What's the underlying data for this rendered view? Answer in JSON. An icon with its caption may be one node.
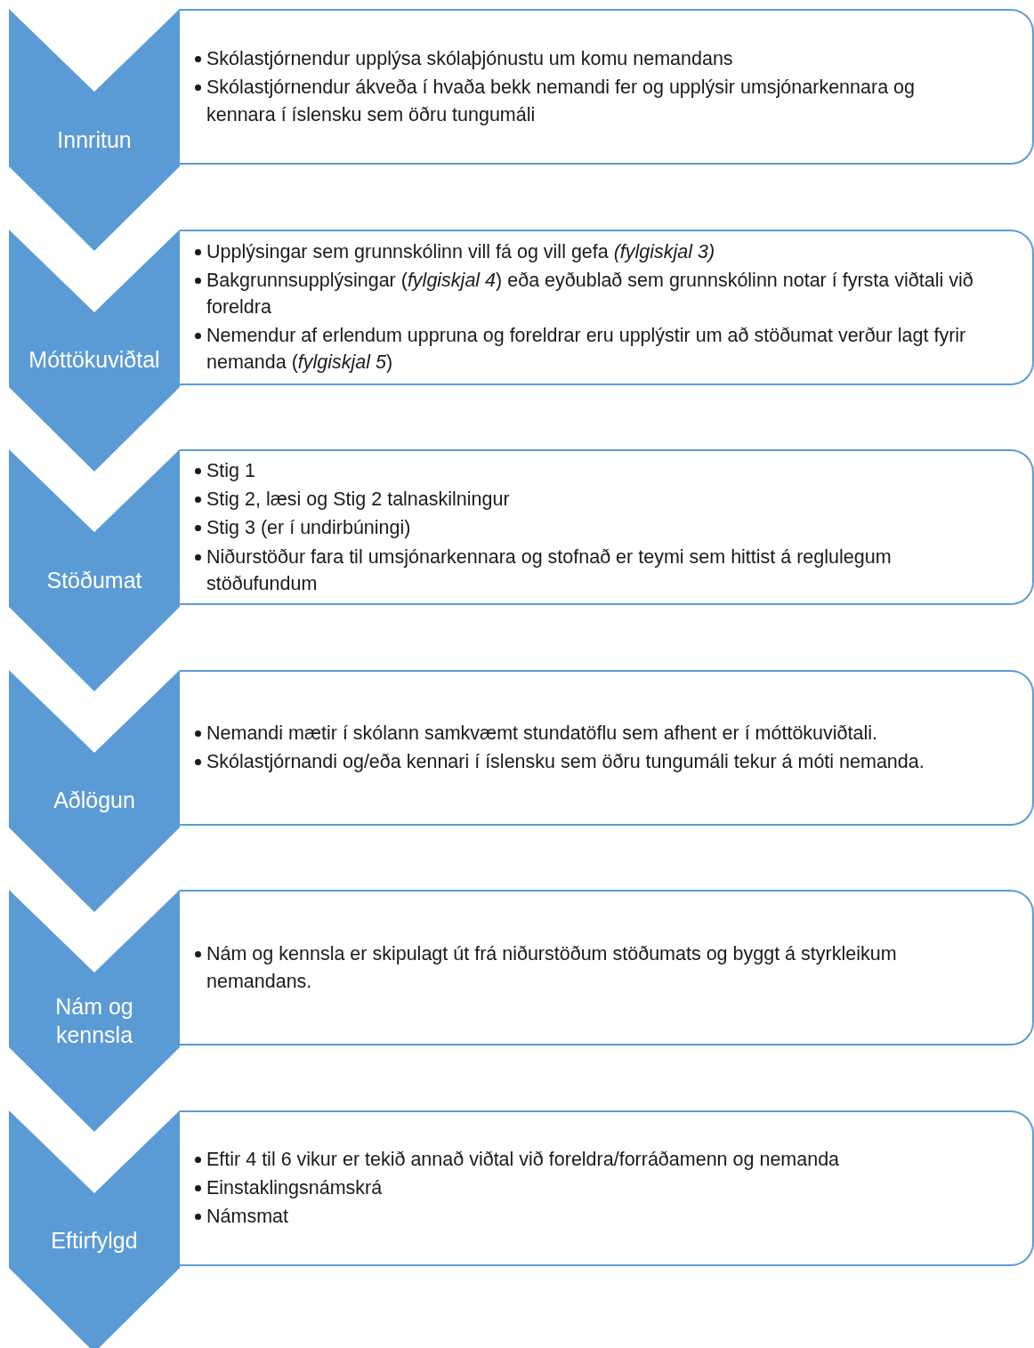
{
  "diagram": {
    "nodes": [
      {
        "text": [
          "Innritun"
        ]
      },
      {
        "text": [
          "Skólastjórnendur upplýsa skólaþjónustu um komu nemandans",
          "Skólastjórnendur ákveða í hvaða bekk nemandi fer og upplýsir umsjónarkennara og kennara í íslensku sem öðru tungumáli"
        ]
      },
      {
        "text": [
          "Móttökuviðtal"
        ]
      },
      {
        "text": [
          "Upplýsingar sem grunnskólinn vill fá og vill gefa *(fylgiskjal 3)*",
          "Bakgrunnsupplýsingar (*fylgiskjal 4*) eða eyðublað sem grunnskólinn notar í fyrsta viðtali við foreldra",
          "Nemendur af erlendum uppruna og foreldrar eru upplýstir um að stöðumat verður lagt fyrir nemanda (*fylgiskjal 5*)"
        ]
      },
      {
        "text": [
          "Stöðumat"
        ]
      },
      {
        "text": [
          "Stig 1",
          "Stig 2, læsi og Stig 2 talnaskilningur",
          "Stig 3 (er í undirbúningi)",
          "Niðurstöður fara til umsjónarkennara og stofnað er teymi sem hittist á reglulegum stöðufundum"
        ]
      },
      {
        "text": [
          "Aðlögun"
        ]
      },
      {
        "text": [
          "Nemandi mætir í skólann samkvæmt stundatöflu sem afhent er í móttökuviðtali.",
          "Skólastjórnandi og/eða kennari í íslensku sem öðru tungumáli tekur á móti nemanda."
        ]
      },
      {
        "text": [
          "Nám og kennsla"
        ]
      },
      {
        "text": [
          "Nám og kennsla er skipulagt út frá niðurstöðum stöðumats og byggt á styrkleikum nemandans."
        ]
      },
      {
        "text": [
          "Eftirfylgd"
        ]
      },
      {
        "text": [
          "Eftir 4 til 6 vikur  er tekið annað viðtal við foreldra/forráðamenn og nemanda",
          "Einstaklingsnámskrá",
          "Námsmat"
        ]
      }
    ]
  }
}
